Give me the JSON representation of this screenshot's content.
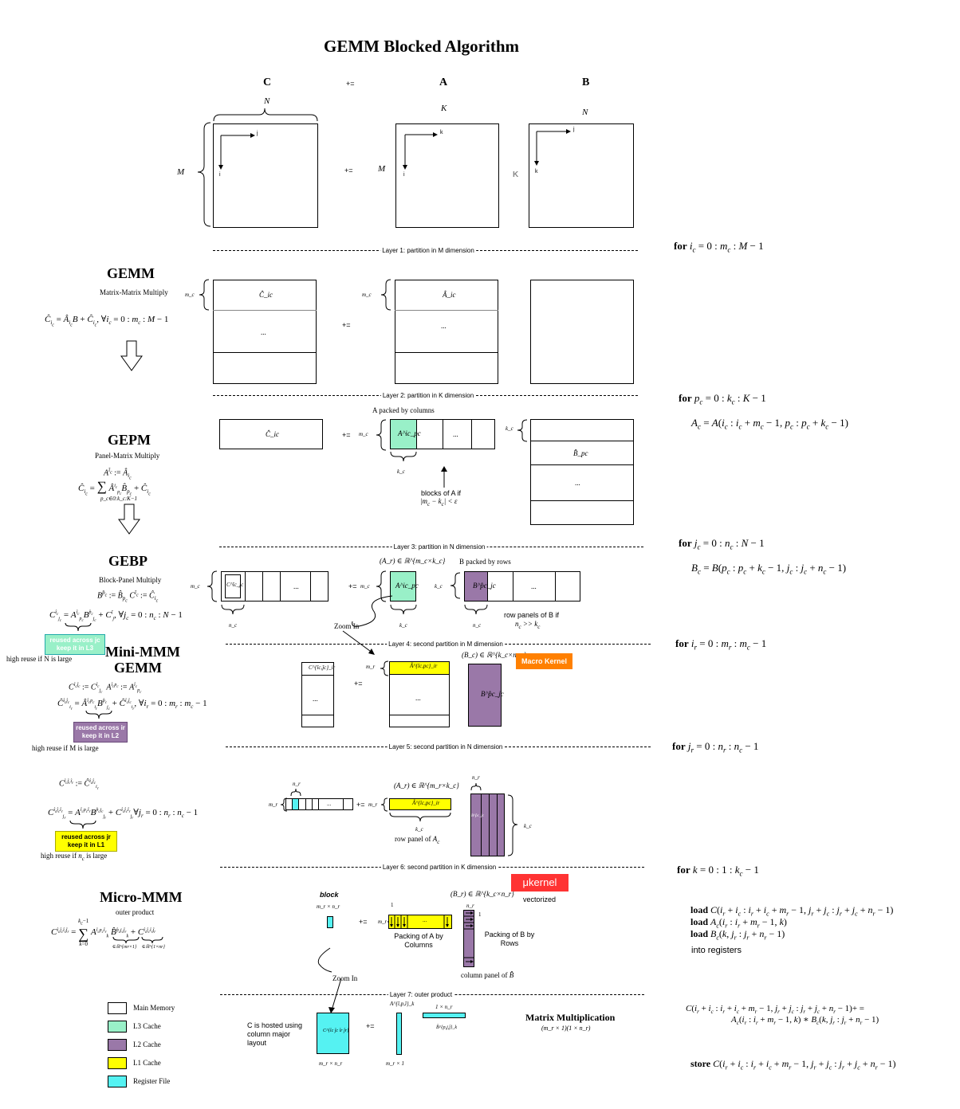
{
  "title": "GEMM Blocked Algorithm",
  "top": {
    "c_label": "C",
    "pluseq": "+=",
    "a_label": "A",
    "b_label": "B",
    "n1": "N",
    "k1": "K",
    "n2": "N",
    "m1": "M",
    "m2": "M",
    "k_gray": "K",
    "j1": "j",
    "i1": "i",
    "k_arr": "k",
    "i2": "i",
    "j2": "j",
    "k2": "k"
  },
  "layers": {
    "l1": "Layer 1: partition in M dimension",
    "l2": "Layer 2: partition in K dimension",
    "l3": "Layer 3: partition in N dimension",
    "l4": "Layer 4: second partition in M dimension",
    "l5": "Layer 5: second partition in N dimension",
    "l6": "Layer 6: second partition in  K dimension",
    "l7": "Layer 7: outer product"
  },
  "loops": {
    "ic": "for i_c = 0 : m_c : M − 1",
    "pc": "for p_c = 0 : k_c : K − 1",
    "ac": "A_c = A(i_c : i_c + m_c − 1, p_c : p_c + k_c − 1)",
    "jc": "for j_c = 0 : n_c : N − 1",
    "bc": "B_c = B(p_c : p_c + k_c − 1, j_c : j_c + n_c − 1)",
    "ir": "for i_r = 0 : m_r : m_c − 1",
    "jr": "for j_r = 0 : n_r : n_c − 1",
    "k": "for k = 0 : 1 : k_c − 1",
    "load1": "load C(i_r + i_c : i_r + i_c + m_r − 1, j_r + j_c : j_r + j_c + n_r − 1)",
    "load2": "load A_c(i_r : i_r + m_r − 1, k)",
    "load3": "load B_c(k, j_r : j_r + n_r − 1)",
    "into": "into registers",
    "update1": "C(i_r + i_c : i_r + i_c + m_r − 1, j_r + j_c : j_r + j_c + n_r − 1)+ =",
    "update2": "A_c(i_r : i_r + m_r − 1, k) ∗ B_c(k, j_r : j_r + n_r − 1)",
    "store": "store C(i_r + i_c : i_r + i_c + m_r − 1, j_r + j_c : j_r + j_c + n_r − 1)"
  },
  "gemm": {
    "title": "GEMM",
    "subtitle": "Matrix-Matrix Multiply",
    "eq": "Ĉ_ic = Â_ic B + Ĉ_ic, ∀i_c = 0 : m_c : M − 1",
    "mc1": "m_c",
    "mc2": "m_c",
    "chat": "Ĉ_ic",
    "ahat": "Â_ic",
    "dots1": "...",
    "dots2": "...",
    "pluseq": "+="
  },
  "gepm": {
    "title": "GEPM",
    "subtitle": "Panel-Matrix Multiply",
    "eq1": "A^ic := Â_ic",
    "eq2": "Ĉ_ic = Σ Â^ic_pc B̂_pc + Ĉ_ic",
    "eq2sub": "p_c∈0:k_c:K−1",
    "chat": "Ĉ_ic",
    "pluseq": "+=",
    "mc": "m_c",
    "apack": "A packed by columns",
    "acell": "A^ic_pc",
    "dots": "...",
    "kc_a": "k_c",
    "kc_b": "k_c",
    "bhat": "B̂_pc",
    "bdots": "...",
    "blocks1": "blocks of A if",
    "blocks2": "|m_c − k_c| < ε"
  },
  "gebp": {
    "title": "GEBP",
    "subtitle": "Block-Panel Multiply",
    "eq1": "B^p̂c := B̂_pc  C^îc := Ĉ_ic",
    "eq2": "C^îc_jc = A^îc_pc B^p̂c_jc + C^î_j, ∀j_c = 0 : n_c : N − 1",
    "reuse_label": "reused across jc keep it in L3",
    "reuse_note": "high reuse if N is large",
    "mc": "m_c",
    "ccell": "C^îc_jc",
    "dots": "...",
    "pluseq": "+=",
    "mc2": "m_c",
    "ar_set": "(A_r) ∈ ℝ^{m_c×k_c}",
    "acell": "A^ic_pc",
    "kc": "k_c",
    "kc2": "k_c",
    "bpack": "B packed by rows",
    "bcell": "B^p̂c_jc",
    "bdots": "...",
    "nc": "n_c",
    "nc2": "n_c",
    "zoom": "Zoom In",
    "rowpanel1": "row panels of B if",
    "rowpanel2": "n_c >> k_c"
  },
  "minimmm": {
    "title1": "Mini-MMM",
    "title2": "GEMM",
    "eq1": "C^{îc,ĵc} := C^îc_jc   A^{îc,pc} := A^îc_pc",
    "eq2": "Ĉ^{îc,ĵc}_ir = Â^{îc,pc}_ir B^p̂c_jc + Ĉ^{îc,ĵc}_ir, ∀i_r = 0 : m_r : m_c − 1",
    "reuse_label": "reused across ir keep it in L2",
    "reuse_note": "high reuse if M is large",
    "ccell": "C^{îc,ĵc}_ir",
    "dots": "...",
    "pluseq": "+=",
    "mr": "m_r",
    "acell": "Â^{îc,pc}_ir",
    "adots": "...",
    "bc_set": "(B_c) ∈ ℝ^{k_c×n_c}",
    "bcell": "B^p̂c_jc",
    "macro": "Macro Kernel"
  },
  "layer5": {
    "eq1": "C^{îc,ĵc,îr} := Ĉ^{îc,ĵc}_ir",
    "eq2": "C^{îc,ĵc,îr}_jr = A^{îc,pc,îr} B^{p̂c,jc}_jr + C^{îc,ĵc,îr}_jr ∀j_r = 0 : n_r : n_c − 1",
    "reuse_label": "reused across jr keep it in L1",
    "reuse_note": "high reuse if n_c is large",
    "nr": "n_r",
    "mr": "m_r",
    "dots": "...",
    "pluseq": "+=",
    "mr2": "m_r",
    "ar_set": "(A_r) ∈ ℝ^{m_r×k_c}",
    "acell": "Â^{îc,pc}_ir",
    "kc": "k_c",
    "rowpanel": "row panel of A_c",
    "nr2": "n_r",
    "kc2": "k_c",
    "bcell": "B^p̂c_jc"
  },
  "micro": {
    "title": "Micro-MMM",
    "subtitle": "outer product",
    "eq": "C^{îc ĵc îr ĵr} = Σ_{k=0}^{kc−1} A^{îc pc îr}_k B̂^{p̂c jc ĵr}_k + C^{îc ĵc îr ĵr}",
    "under1": "∈ℝ^{mr×1}",
    "under2": "∈ℝ^{1×nr}",
    "block": "block",
    "mrnr": "m_r × n_r",
    "pluseq": "+=",
    "br_set": "(B_r) ∈ ℝ^{k_c×n_r}",
    "ukernel": "μkernel",
    "vectorized": "vectorized",
    "one": "1",
    "mr": "m_r",
    "dots": "...",
    "pack_a": "Packing of A by Columns",
    "pack_b": "Packing of B by Rows",
    "nr": "n_r",
    "one_b": "1",
    "colpanel": "column panel of B̂",
    "zoom": "Zoom In"
  },
  "outer": {
    "hosted": "C is hosted using column major layout",
    "ccell": "C^{îc ĵc îr ĵr}",
    "pluseq": "+=",
    "a_sup": "A^{î,p,î}_k",
    "one_nr": "1 × n_r",
    "b_sup": "B̂^{p,j,ĵ}_k",
    "mrnr": "m_r × n_r",
    "mr1": "m_r × 1",
    "mm_title": "Matrix Multiplication",
    "mm_sub": "(m_r × 1)(1 × n_r)"
  },
  "legend": [
    {
      "label": "Main Memory",
      "color": "#ffffff"
    },
    {
      "label": "L3 Cache",
      "color": "#99f0c8"
    },
    {
      "label": "L2 Cache",
      "color": "#9a78a8"
    },
    {
      "label": "L1 Cache",
      "color": "#ffff00"
    },
    {
      "label": "Register File",
      "color": "#55f2f2"
    }
  ],
  "colors": {
    "l3": "#99f0c8",
    "l2": "#9a78a8",
    "l1": "#ffff00",
    "reg": "#55f2f2",
    "macro": "#ff8000",
    "ukernel": "#ff3333"
  }
}
